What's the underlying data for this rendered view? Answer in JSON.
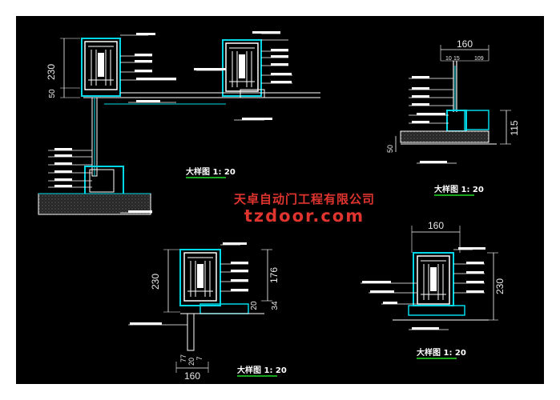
{
  "watermark": {
    "company_cn": "天卓自动门工程有限公司",
    "site": "tzdoor.com"
  },
  "detail_a": {
    "caption": "大样图 1: 20",
    "dim_height": "230",
    "dim_gap": "50"
  },
  "detail_b": {
    "caption": "大样图 1: 20",
    "dim_width": "160",
    "dim_sub_left": "10",
    "dim_sub_mid": "15",
    "dim_sub_right": "109",
    "dim_right": "115",
    "dim_left_small": "50"
  },
  "detail_c": {
    "caption": "大样图 1: 20",
    "dim_height": "230",
    "dim_inner": "176",
    "dim_a": "20",
    "dim_b": "34",
    "dim_bottom": "160",
    "dim_bottom_a": "77",
    "dim_bottom_b": "20",
    "dim_bottom_c": "7"
  },
  "detail_d": {
    "caption": "大样图 1: 20",
    "dim_width": "160",
    "dim_height": "230"
  },
  "colors": {
    "background": "#000000",
    "frame": "#00d8e8",
    "leader": "#ffffff",
    "mechanism": "#ffffff",
    "caption_underline": "#22dd22",
    "watermark": "#e0342f"
  }
}
